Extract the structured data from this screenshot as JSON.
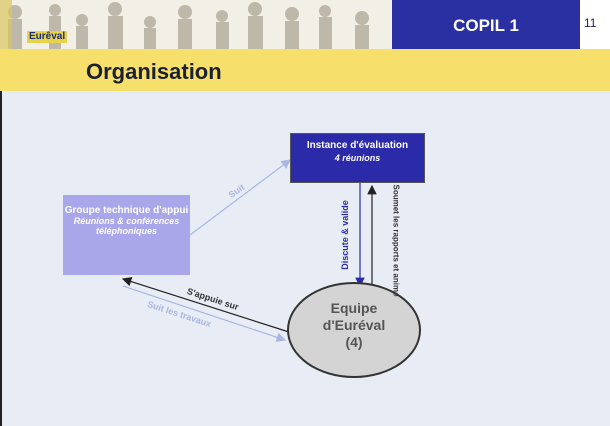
{
  "header": {
    "logo": "Eurêval",
    "copil": "COPIL 1",
    "page_number": "11"
  },
  "title": "Organisation",
  "diagram": {
    "instance": {
      "title": "Instance d'évaluation",
      "subtitle": "4 réunions"
    },
    "groupe": {
      "title": "Groupe technique d'appui",
      "subtitle": "Réunions & conférences téléphoniques"
    },
    "equipe": {
      "line1": "Equipe",
      "line2": "d'Euréval",
      "line3": "(4)"
    },
    "labels": {
      "suit": "Suit",
      "discute": "Discute & valide",
      "soumet": "Soumet les rapports et anime",
      "appuie": "S'appuie sur",
      "suit_travaux": "Suit les travaux"
    },
    "colors": {
      "instance": "#2b2aa8",
      "groupe": "#a9a6ea",
      "equipe": "#d4d4d4",
      "title_bar": "#f6df6a"
    }
  }
}
